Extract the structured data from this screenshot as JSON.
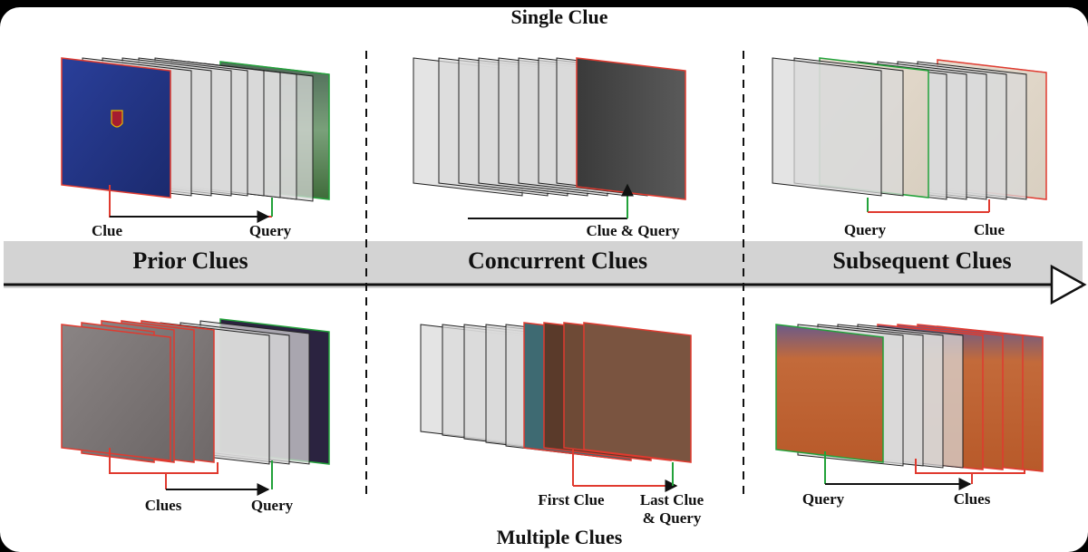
{
  "title_top": "Single Clue",
  "title_bottom": "Multiple Clues",
  "band": {
    "labels": [
      "Prior Clues",
      "Concurrent Clues",
      "Subsequent Clues"
    ]
  },
  "panels": {
    "single_prior": {
      "left_label": "Clue",
      "right_label": "Query"
    },
    "single_concurrent": {
      "label": "Clue & Query"
    },
    "single_subsequent": {
      "left_label": "Query",
      "right_label": "Clue"
    },
    "multi_prior": {
      "left_label": "Clues",
      "right_label": "Query"
    },
    "multi_concurrent": {
      "left_label": "First Clue",
      "right_label_line1": "Last Clue",
      "right_label_line2": "& Query"
    },
    "multi_subsequent": {
      "left_label": "Query",
      "right_label": "Clues"
    }
  },
  "colors": {
    "clue": "#e03a2f",
    "query": "#22a23a",
    "band": "#d3d3d3",
    "arrow": "#111111",
    "separator": "#111111"
  }
}
